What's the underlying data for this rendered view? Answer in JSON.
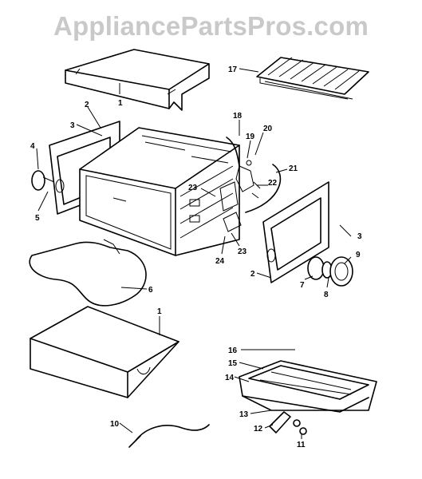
{
  "watermark": "AppliancePartsPros.com",
  "callouts": [
    {
      "id": "c1a",
      "label": "1"
    },
    {
      "id": "c1b",
      "label": "1"
    },
    {
      "id": "c2a",
      "label": "2"
    },
    {
      "id": "c2b",
      "label": "2"
    },
    {
      "id": "c3a",
      "label": "3"
    },
    {
      "id": "c3b",
      "label": "3"
    },
    {
      "id": "c4",
      "label": "4"
    },
    {
      "id": "c5",
      "label": "5"
    },
    {
      "id": "c6",
      "label": "6"
    },
    {
      "id": "c7",
      "label": "7"
    },
    {
      "id": "c8",
      "label": "8"
    },
    {
      "id": "c9",
      "label": "9"
    },
    {
      "id": "c10",
      "label": "10"
    },
    {
      "id": "c11",
      "label": "11"
    },
    {
      "id": "c12",
      "label": "12"
    },
    {
      "id": "c13",
      "label": "13"
    },
    {
      "id": "c14",
      "label": "14"
    },
    {
      "id": "c15",
      "label": "15"
    },
    {
      "id": "c16",
      "label": "16"
    },
    {
      "id": "c17",
      "label": "17"
    },
    {
      "id": "c18",
      "label": "18"
    },
    {
      "id": "c19",
      "label": "19"
    },
    {
      "id": "c20",
      "label": "20"
    },
    {
      "id": "c21",
      "label": "21"
    },
    {
      "id": "c22",
      "label": "22"
    },
    {
      "id": "c23a",
      "label": "23"
    },
    {
      "id": "c23b",
      "label": "23"
    },
    {
      "id": "c24",
      "label": "24"
    }
  ]
}
